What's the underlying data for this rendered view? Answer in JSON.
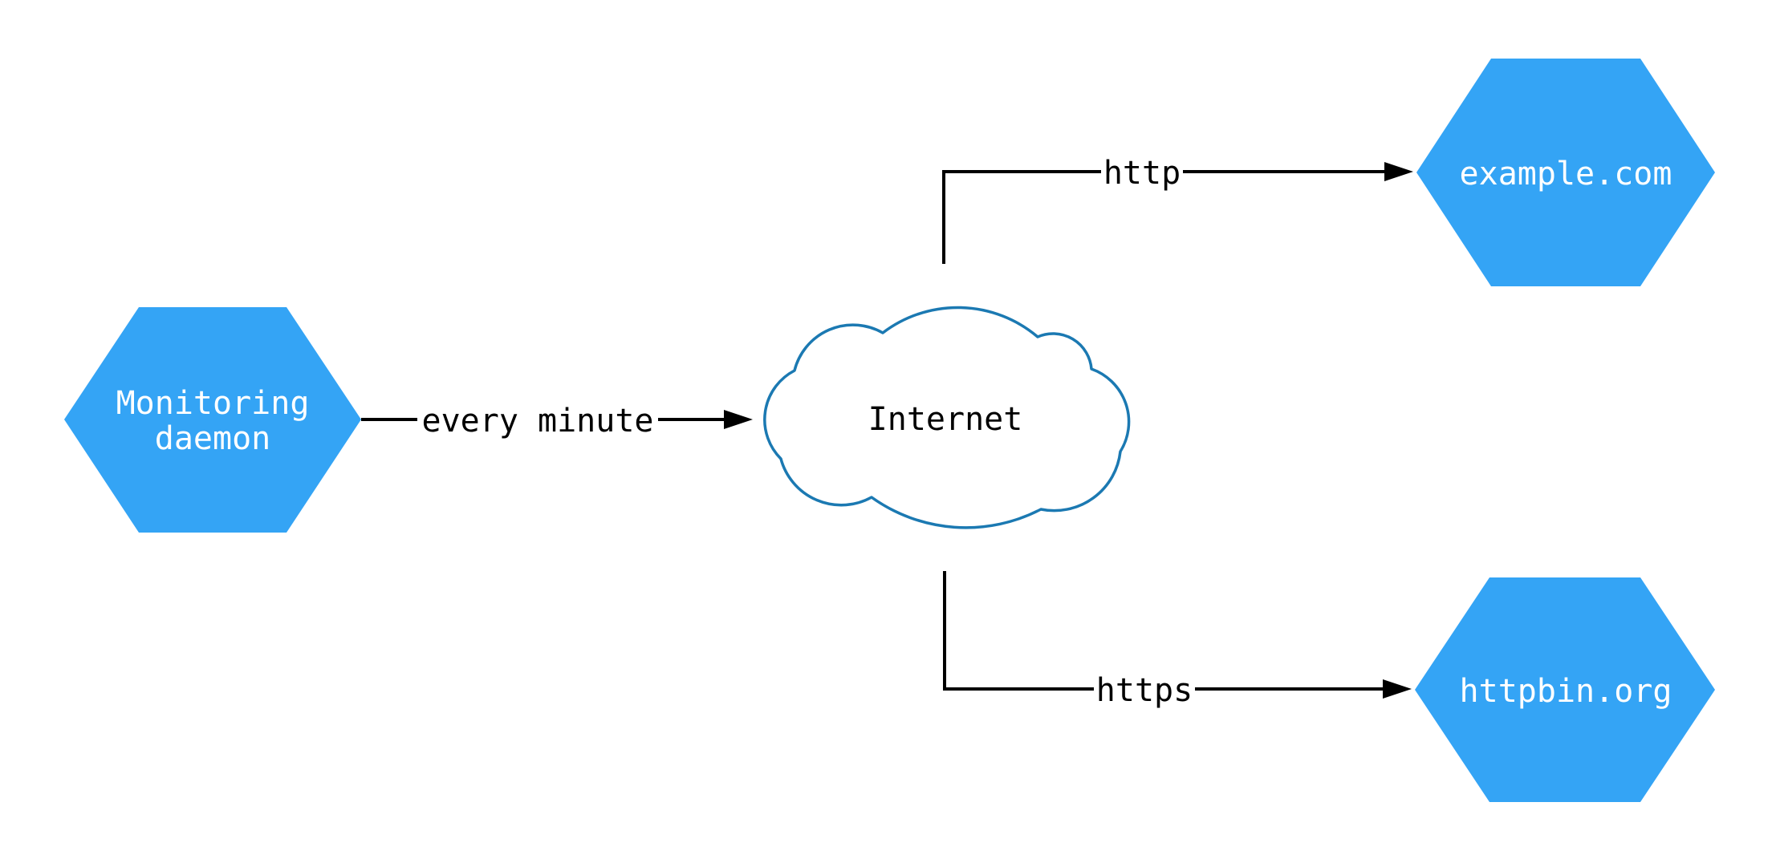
{
  "diagram": {
    "title": "monitoring-daemon-network-diagram",
    "colors": {
      "node_fill": "#34a4f5",
      "node_text": "#ffffff",
      "cloud_stroke": "#1b79b2",
      "cloud_fill": "#ffffff",
      "edge_color": "#000000",
      "background": "#ffffff"
    },
    "nodes": {
      "monitoring_daemon": {
        "label_line1": "Monitoring",
        "label_line2": "daemon",
        "shape": "hexagon"
      },
      "internet": {
        "label": "Internet",
        "shape": "cloud"
      },
      "example_com": {
        "label": "example.com",
        "shape": "hexagon"
      },
      "httpbin_org": {
        "label": "httpbin.org",
        "shape": "hexagon"
      }
    },
    "edges": {
      "every_minute": {
        "label": "every minute",
        "from": "monitoring_daemon",
        "to": "internet"
      },
      "http": {
        "label": "http",
        "from": "internet",
        "to": "example_com"
      },
      "https": {
        "label": "https",
        "from": "internet",
        "to": "httpbin_org"
      }
    }
  }
}
